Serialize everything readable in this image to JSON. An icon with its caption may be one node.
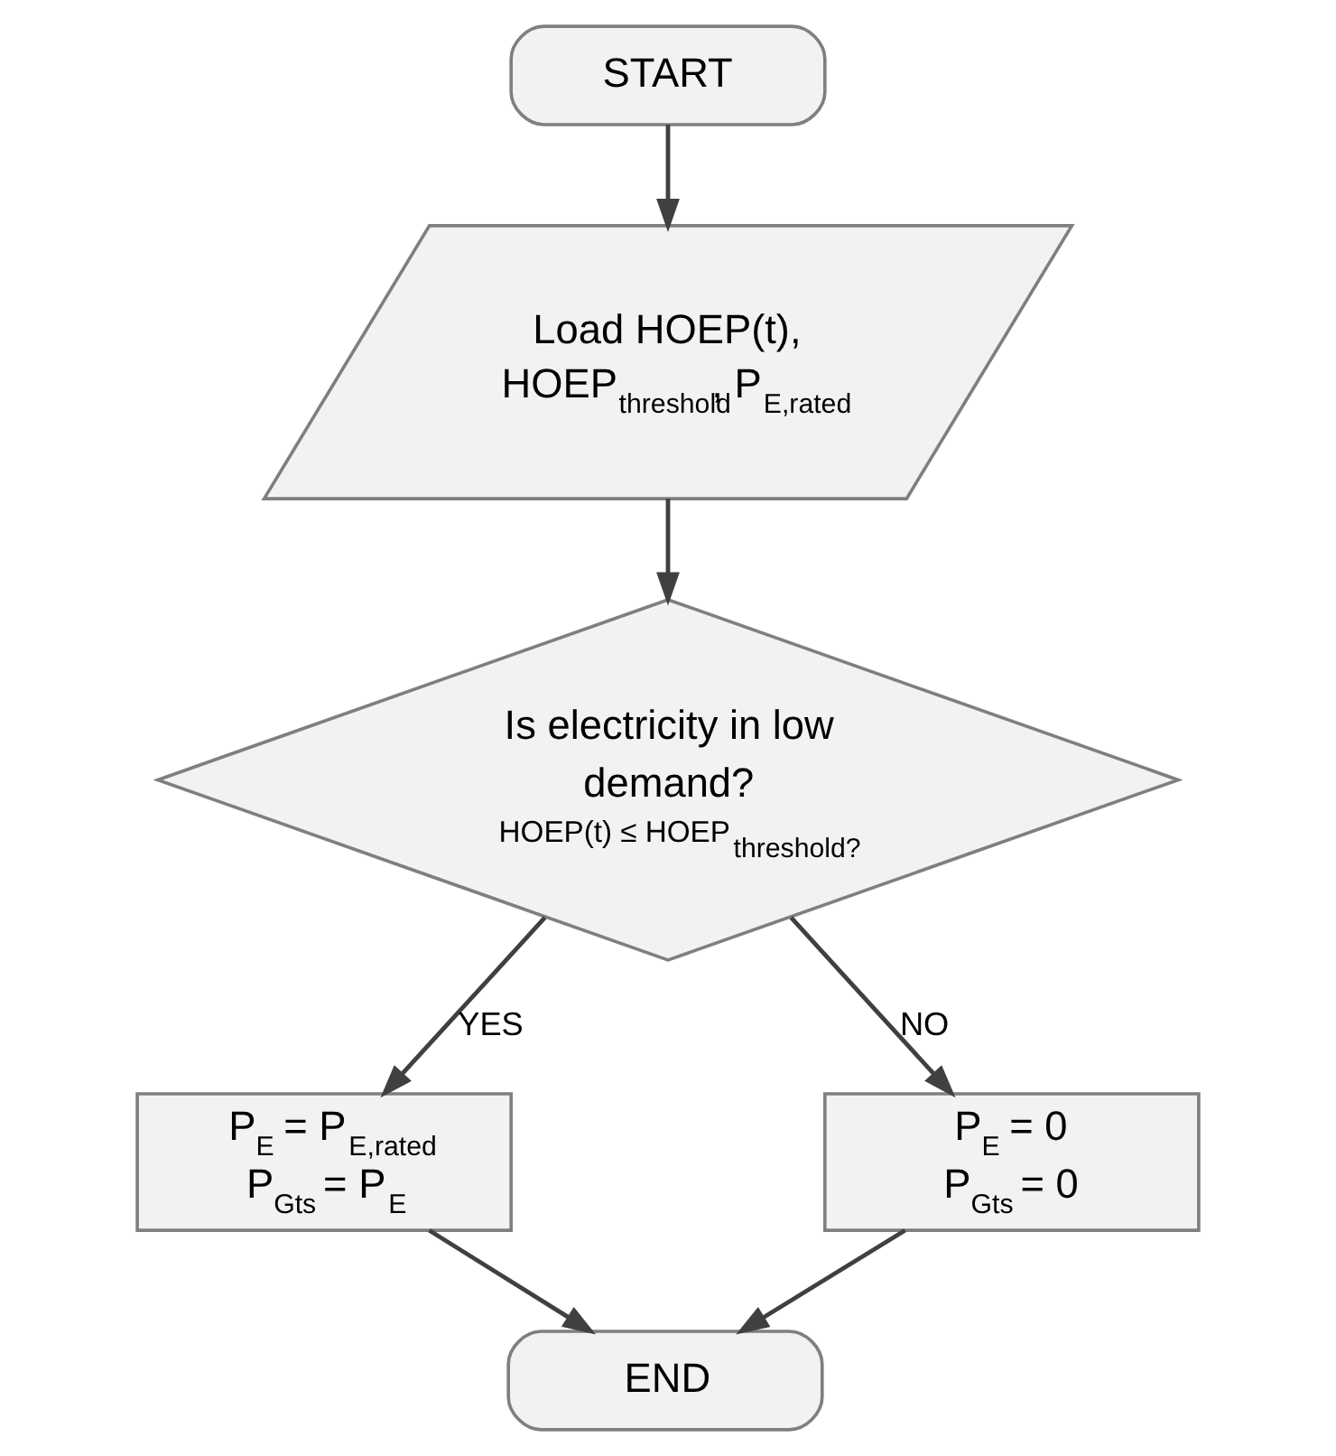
{
  "diagram": {
    "nodes": [
      {
        "text": [
          "START"
        ]
      },
      {
        "text": [
          "Load HOEP(t), HOEP$_{threshold}$, P$_{E,rated}$"
        ]
      },
      {
        "text": [
          "Is electricity in low demand?",
          "HOEP(t) ≤ HOEP$_{threshold?}$"
        ]
      },
      {
        "text": [
          "P$_{E}$ = P$_{E,rated}$",
          "P$_{Gts}$ = P$_{E}$"
        ]
      },
      {
        "text": [
          "P$_{E}$ = 0",
          "P$_{Gts}$ = 0"
        ]
      },
      {
        "text": [
          "END"
        ]
      }
    ],
    "edges": [
      {
        "from": 0,
        "to": 1,
        "arrow": "to"
      },
      {
        "from": 1,
        "to": 2,
        "arrow": "to"
      },
      {
        "from": 2,
        "to": 3,
        "arrow": "to",
        "label": "YES"
      },
      {
        "from": 2,
        "to": 4,
        "arrow": "to",
        "label": "NO"
      },
      {
        "from": 3,
        "to": 5,
        "arrow": "to"
      },
      {
        "from": 4,
        "to": 5,
        "arrow": "to"
      }
    ]
  }
}
